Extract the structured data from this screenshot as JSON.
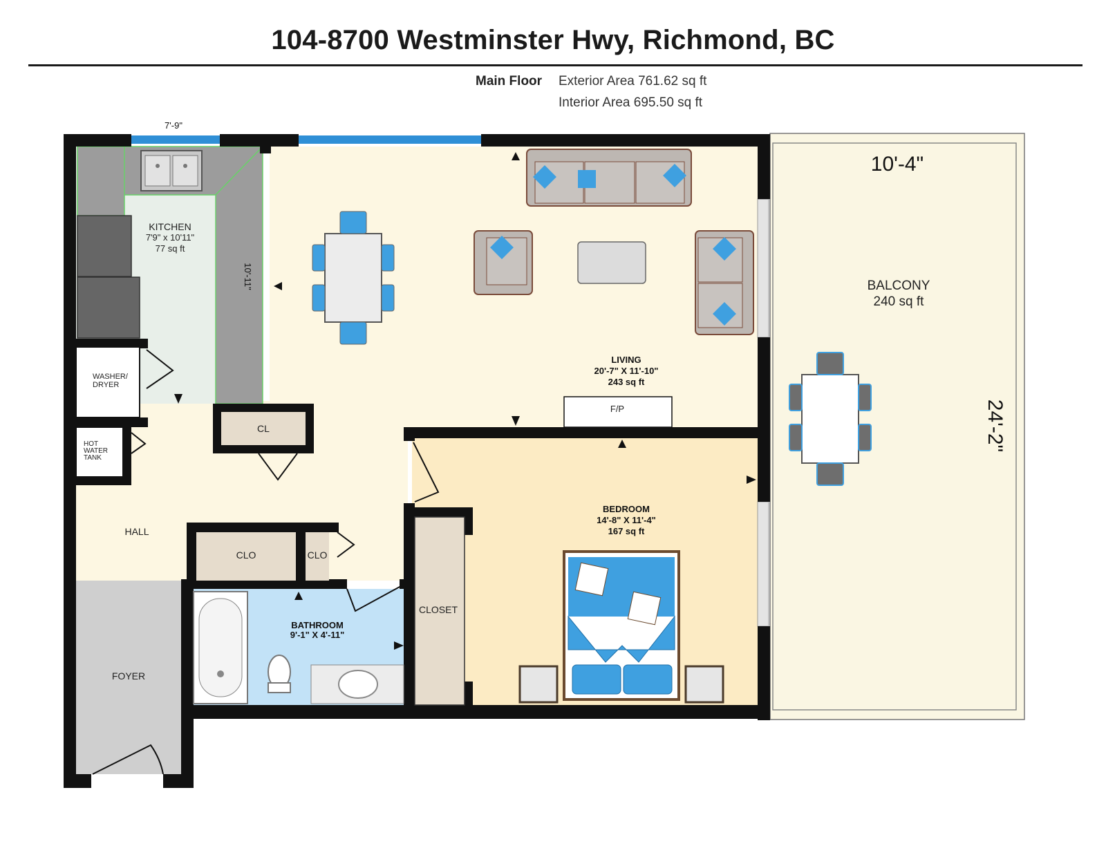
{
  "header": {
    "address": "104-8700 Westminster Hwy, Richmond, BC",
    "floor_label": "Main Floor",
    "exterior_area": "Exterior Area 761.62 sq ft",
    "interior_area": "Interior Area 695.50 sq ft"
  },
  "rooms": {
    "kitchen": {
      "name": "KITCHEN",
      "dims": "7'9\" x 10'11\"",
      "area": "77 sq ft",
      "width_dim": "7'-9\"",
      "length_dim": "10'-11\""
    },
    "living": {
      "name": "LIVING",
      "dims": "20'-7\" X 11'-10\"",
      "area": "243 sq ft"
    },
    "balcony": {
      "name": "BALCONY",
      "area": "240 sq ft",
      "width_dim": "10'-4\"",
      "length_dim": "24'-2\""
    },
    "bedroom": {
      "name": "BEDROOM",
      "dims": "14'-8\" X 11'-4\"",
      "area": "167 sq ft"
    },
    "bathroom": {
      "name": "BATHROOM",
      "dims": "9'-1\" X 4'-11\""
    },
    "washer_dryer": {
      "line1": "WASHER/",
      "line2": "DRYER"
    },
    "hot_water_tank": {
      "line1": "HOT",
      "line2": "WATER",
      "line3": "TANK"
    },
    "closet_cl": "CL",
    "closet_clo_1": "CLO",
    "closet_clo_2": "CLO",
    "closet": "CLOSET",
    "fireplace": "F/P",
    "hall": "HALL",
    "foyer": "FOYER"
  },
  "colors": {
    "wall": "#111111",
    "living_floor": "#fdf7e2",
    "bedroom_floor": "#fcebc4",
    "kitchen_floor": "#e8efe9",
    "bathroom_floor": "#c2e2f7",
    "foyer_floor": "#cfcfcf",
    "balcony_floor": "#faf6e3",
    "counter": "#9c9c9c",
    "furniture_blue": "#3fa0e0",
    "window_blue": "#2f8fd6"
  }
}
